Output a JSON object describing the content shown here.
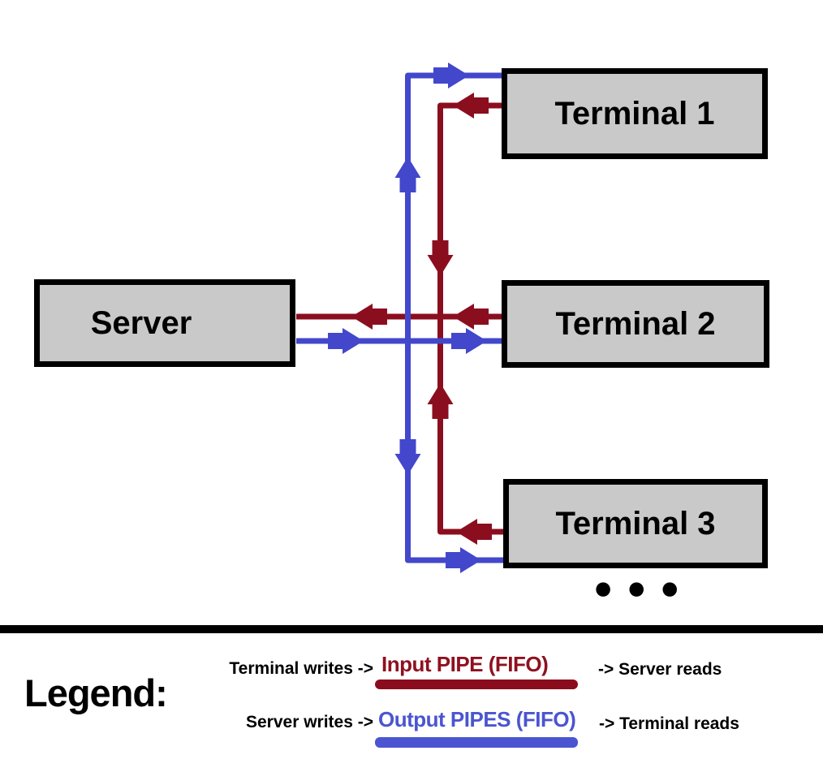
{
  "diagram": {
    "server_label": "Server",
    "terminals": [
      {
        "label": "Terminal 1"
      },
      {
        "label": "Terminal 2"
      },
      {
        "label": "Terminal 3"
      }
    ],
    "ellipsis": "●●●"
  },
  "legend": {
    "title": "Legend:",
    "rows": [
      {
        "writer": "Terminal writes ->",
        "pipe": "Input PIPE (FIFO)",
        "reader": "-> Server reads"
      },
      {
        "writer": "Server writes ->",
        "pipe": "Output PIPES (FIFO)",
        "reader": "-> Terminal reads"
      }
    ]
  },
  "colors": {
    "input_pipe_red": "#8b0e1f",
    "output_pipe_blue": "#4347cb",
    "legend_red_text": "#8e1120",
    "legend_blue_text": "#4a55d0",
    "box_fill_gray": "#c9c9c9",
    "box_border": "#000000"
  }
}
